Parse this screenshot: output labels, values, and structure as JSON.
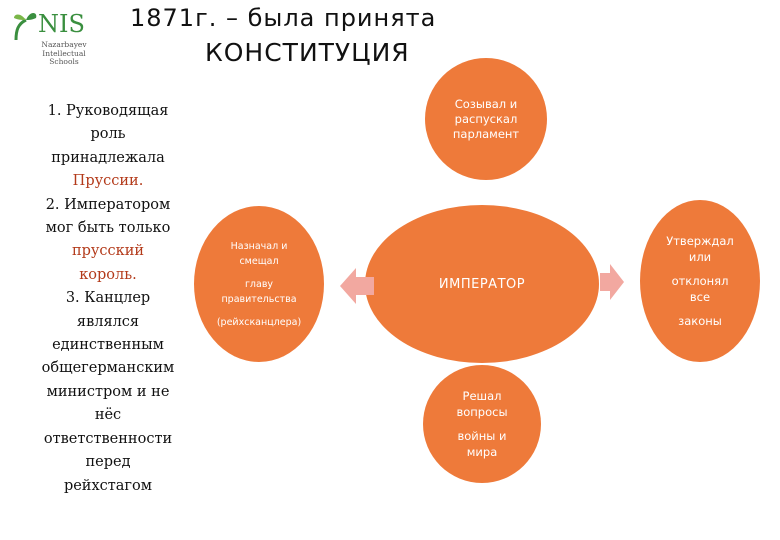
{
  "logo": {
    "name": "NIS",
    "subtitle": [
      "Nazarbayev",
      "Intellectual",
      "Schools"
    ]
  },
  "title": {
    "line1": "1871г. – была принята",
    "line2": "КОНСТИТУЦИЯ"
  },
  "list": {
    "item1": [
      "1. Руководящая",
      "роль",
      "принадлежала"
    ],
    "item1_red": "Пруссии.",
    "item2": [
      "2. Императором",
      "мог быть только"
    ],
    "item2_red": [
      "прусский",
      "король."
    ],
    "item3": [
      "3. Канцлер",
      "являлся",
      "единственным",
      "общегерманским",
      "министром и не",
      "нёс",
      "ответственности",
      "перед",
      "рейхстагом"
    ]
  },
  "diagram": {
    "center": "ИМПЕРАТОР",
    "top": [
      "Созывал и",
      "распускал",
      "парламент"
    ],
    "left": [
      "Назначал и",
      "смещал",
      "главу",
      "правительства",
      "(рейхсканцлера)"
    ],
    "right": [
      "Утверждал",
      "или",
      "отклонял",
      "все",
      "законы"
    ],
    "bottom": [
      "Решал",
      "вопросы",
      "войны и",
      "мира"
    ]
  },
  "colors": {
    "accent": "#ee7a3a",
    "arrow": "#f2a8a0",
    "highlight_text": "#b33a1a",
    "logo_green": "#3a8f3f"
  }
}
